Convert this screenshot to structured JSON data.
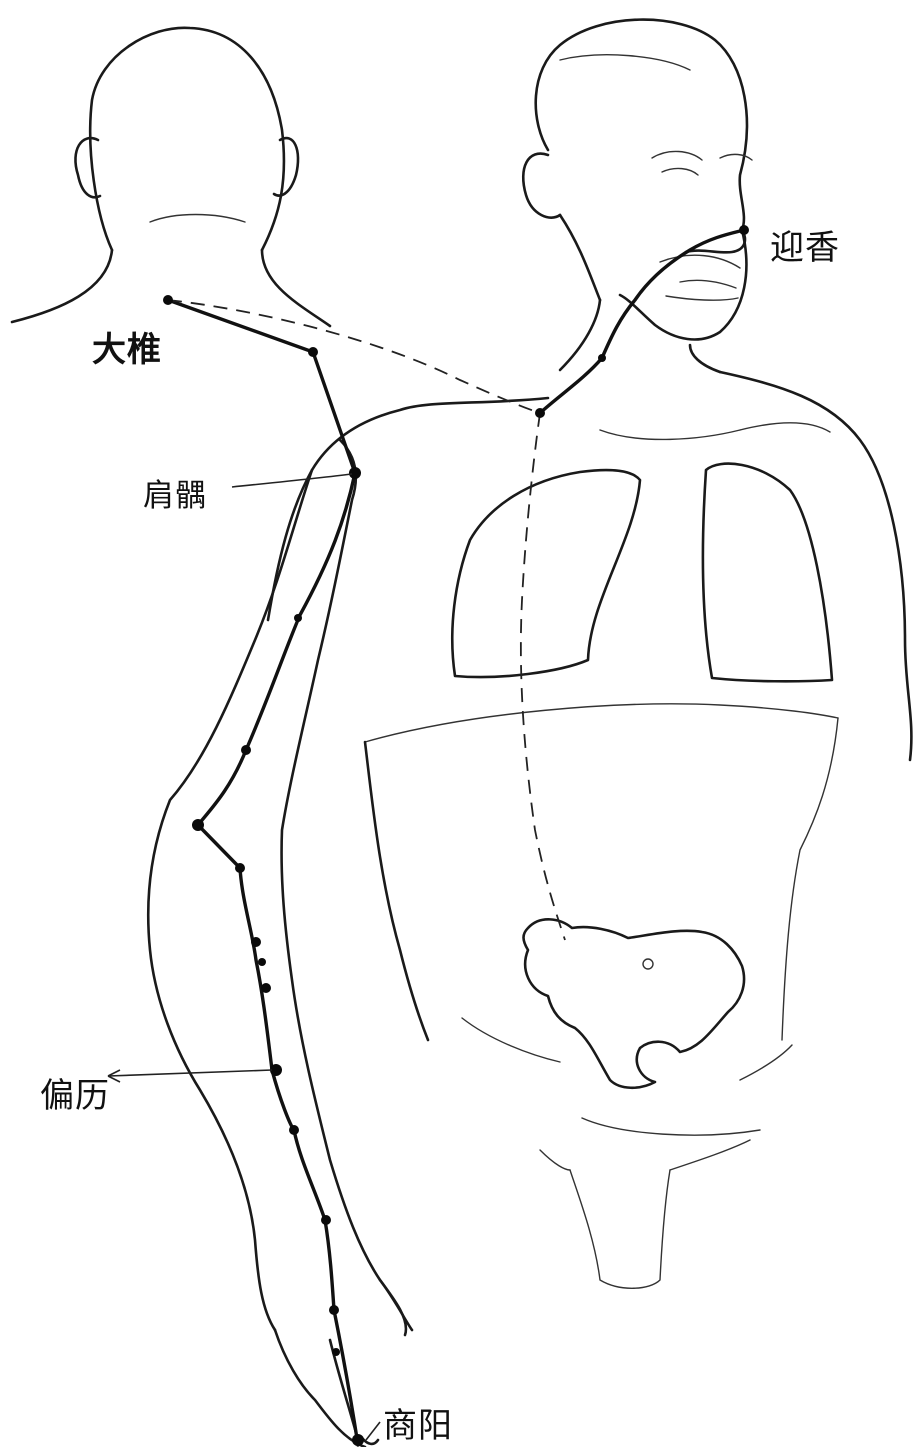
{
  "labels": {
    "dazhui": "大椎",
    "yingxiang": "迎香",
    "jianyu": "肩髃",
    "pianli": "偏历",
    "shangyang": "商阳"
  },
  "colors": {
    "ink": "#111111",
    "background": "#ffffff"
  }
}
